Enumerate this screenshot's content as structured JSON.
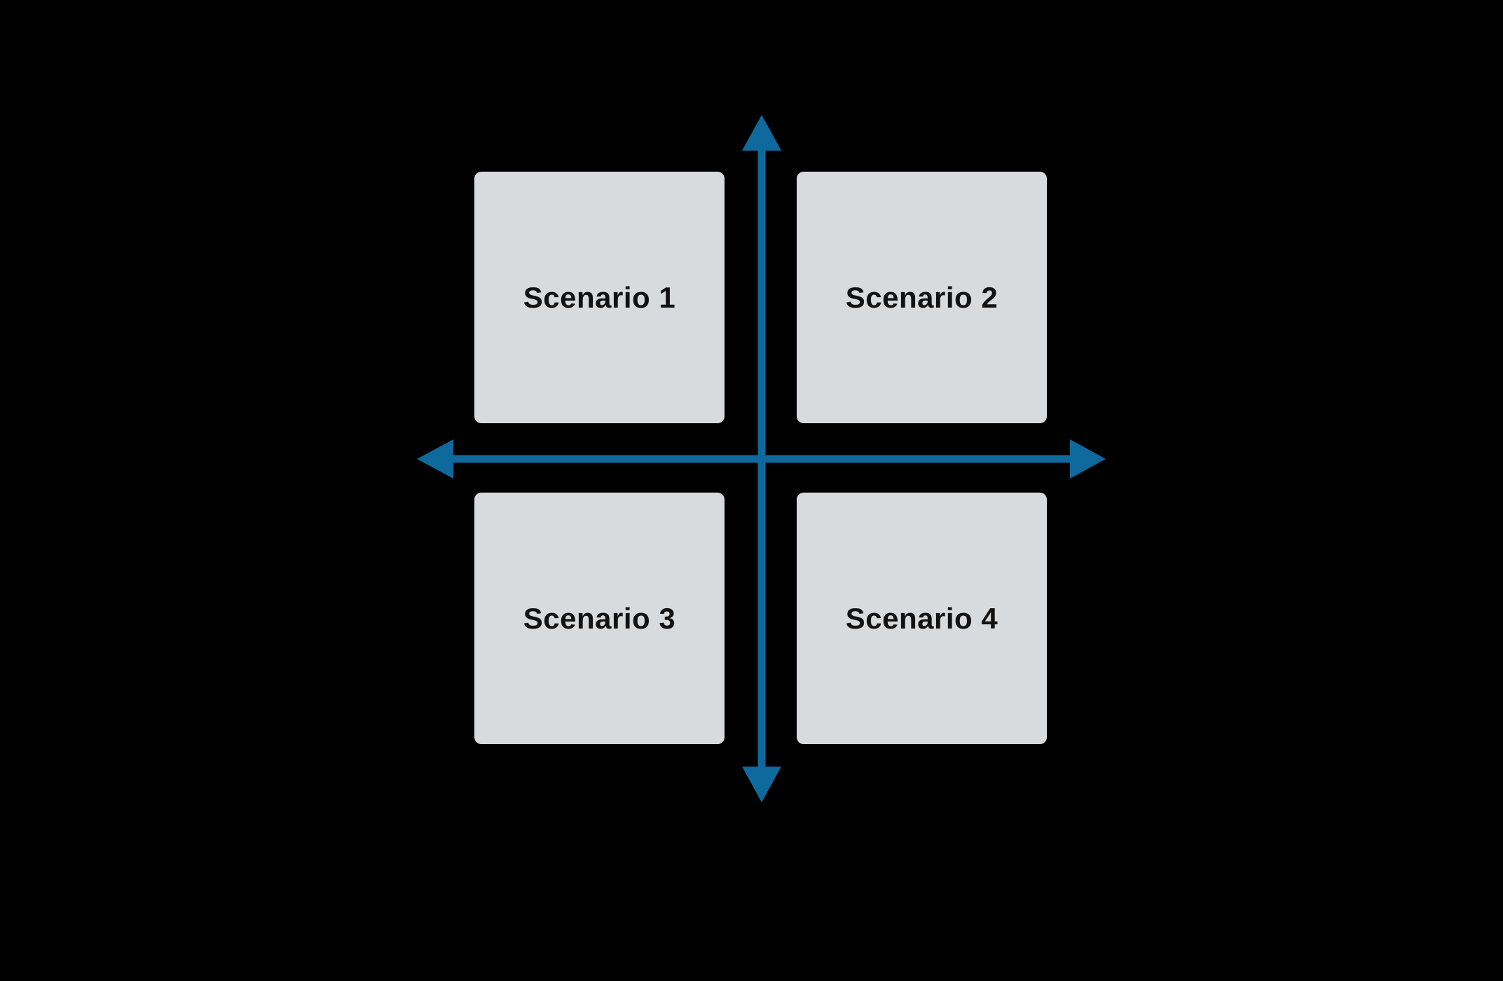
{
  "diagram": {
    "type": "quadrant-matrix",
    "quadrants": [
      {
        "label": "Scenario 1",
        "position": "top-left"
      },
      {
        "label": "Scenario 2",
        "position": "top-right"
      },
      {
        "label": "Scenario 3",
        "position": "bottom-left"
      },
      {
        "label": "Scenario 4",
        "position": "bottom-right"
      }
    ],
    "axes": {
      "vertical_arrow": "double-headed",
      "horizontal_arrow": "double-headed"
    }
  },
  "colors": {
    "background": "#000000",
    "arrow_blue": "#0e699c",
    "card_fill": "#d8dbde",
    "label_text": "#121212"
  }
}
